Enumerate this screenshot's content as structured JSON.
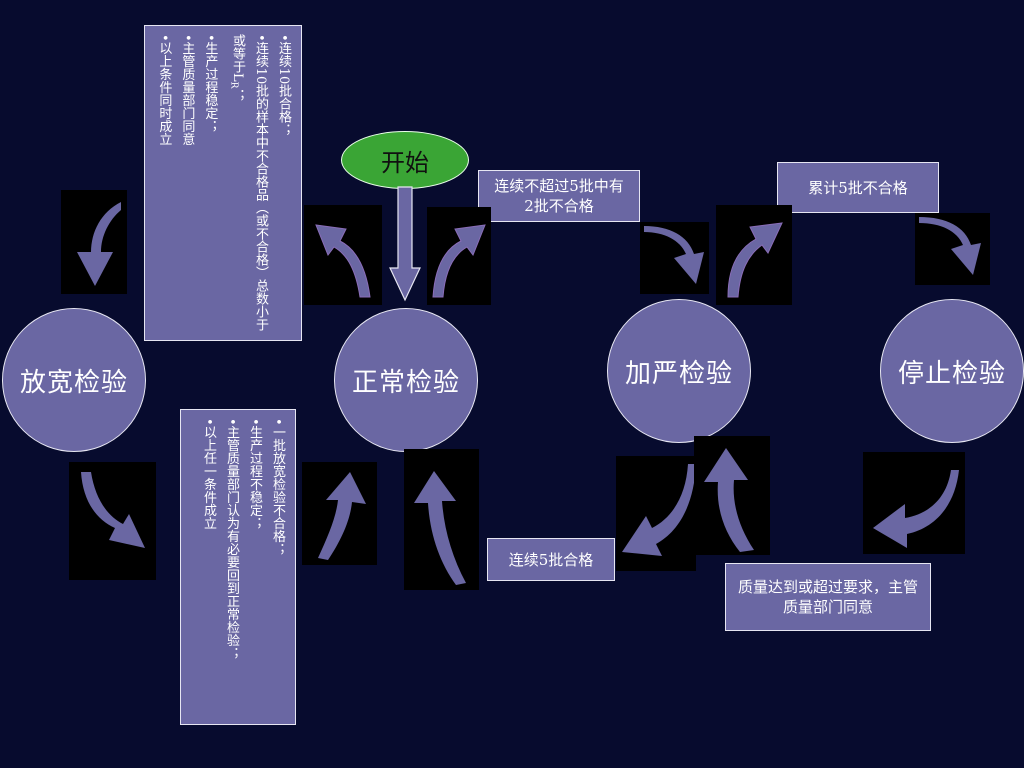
{
  "nodes": {
    "relaxed": "放宽检验",
    "normal": "正常检验",
    "tightened": "加严检验",
    "stop": "停止检验",
    "start": "开始"
  },
  "conditions": {
    "normal_to_relaxed": [
      "•连续10批合格；",
      "•连续10批的样本中不合格品（或不合格）总数小于或等于L",
      "•生产过程稳定；",
      "•主管质量部门同意",
      "•以上条件同时成立"
    ],
    "normal_to_relaxed_subscript": "R",
    "relaxed_to_normal": [
      "•一批放宽检验不合格；",
      "•生产过程不稳定；",
      "•主管质量部门认为有必要回到正常检验；",
      "•以上任一条件成立"
    ],
    "normal_to_tightened": "连续不超过5批中有2批不合格",
    "tightened_to_stop": "累计5批不合格",
    "tightened_to_normal": "连续5批合格",
    "stop_to_tightened": "质量达到或超过要求，主管质量部门同意"
  },
  "colors": {
    "background": "#070b2e",
    "node_fill": "#6a67a3",
    "start_fill": "#3aa535",
    "arrow_fill": "#6a67a3",
    "border": "#e6e6f2"
  },
  "icons": [
    "curved-arrow-icon",
    "down-arrow-icon"
  ]
}
